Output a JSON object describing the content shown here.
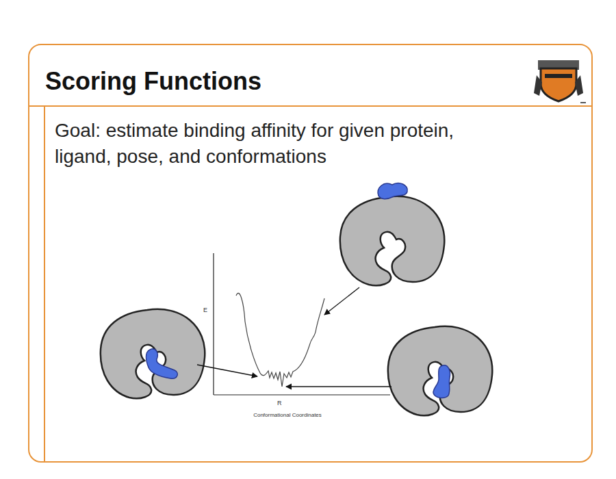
{
  "diagram": {
    "title": "Scoring Functions",
    "labels": [
      "Goal: estimate binding affinity for given protein, ligand, pose, and conformations",
      "E",
      "R",
      "Conformational Coordinates"
    ]
  }
}
